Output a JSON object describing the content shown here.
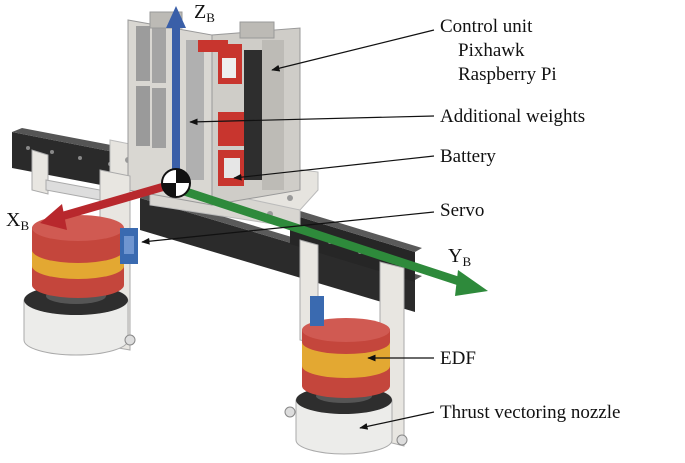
{
  "labels": {
    "control_unit": "Control unit",
    "pixhawk": "Pixhawk",
    "raspberry_pi": "Raspberry Pi",
    "additional_weights": "Additional weights",
    "battery": "Battery",
    "servo": "Servo",
    "edf": "EDF",
    "nozzle": "Thrust vectoring nozzle"
  },
  "axes": {
    "z": {
      "main": "Z",
      "sub": "B"
    },
    "x": {
      "main": "X",
      "sub": "B"
    },
    "y": {
      "main": "Y",
      "sub": "B"
    }
  },
  "colors": {
    "z_axis": "#3a5fa8",
    "x_axis": "#b8282d",
    "y_axis": "#2e8a3b",
    "frame": "#2f2f2f",
    "bracket": "#e8e6e1",
    "electronics": "#a8a8a8",
    "red_part": "#c8352e",
    "edf_red": "#c4463c",
    "edf_yellow": "#e3a832"
  }
}
